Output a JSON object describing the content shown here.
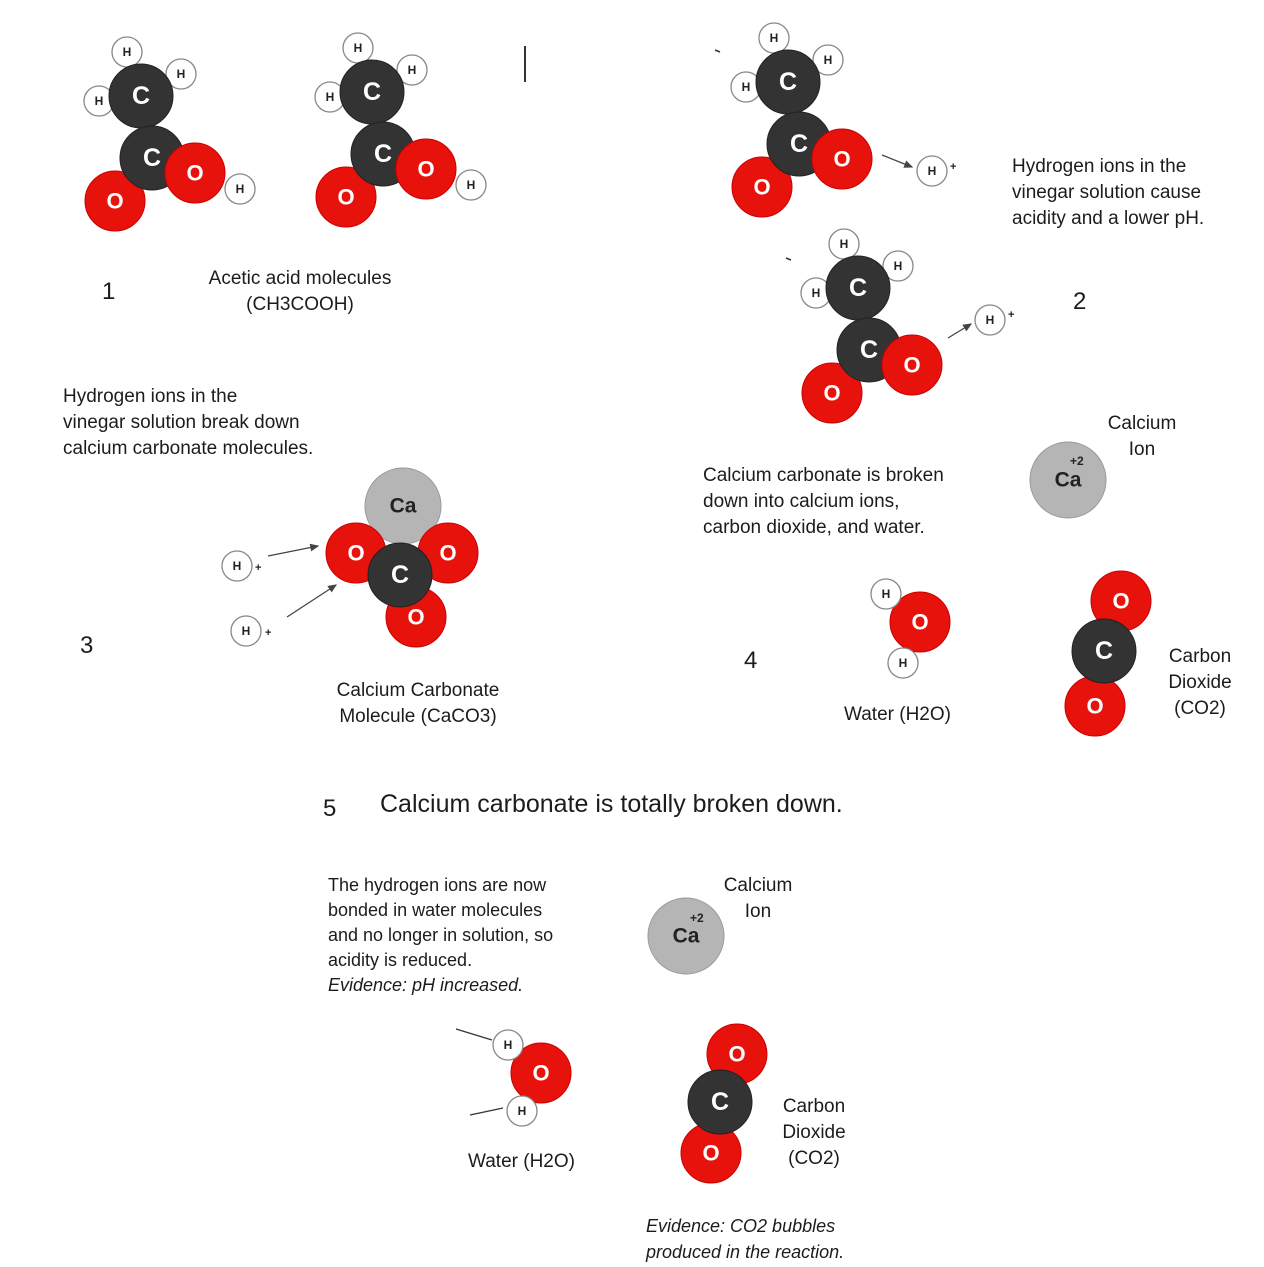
{
  "atoms": {
    "hydrogen": "H",
    "carbon": "C",
    "oxygen": "O",
    "calcium": "Ca",
    "charge": "+2",
    "plus": "+"
  },
  "colors": {
    "carbon": "#333333",
    "oxygen": "#e8120c",
    "hydrogen": "#ffffff",
    "calcium": "#b5b5b5",
    "text": "#1c1c1c"
  },
  "panel1": {
    "number": "1",
    "label_line1": "Acetic acid molecules",
    "label_line2": "(CH3COOH)"
  },
  "panel2": {
    "number": "2",
    "note_lines": [
      "Hydrogen ions in the",
      "vinegar solution cause",
      "acidity and a lower pH."
    ]
  },
  "panel3": {
    "number": "3",
    "note_lines": [
      "Hydrogen ions in the",
      "vinegar solution break down",
      "calcium carbonate molecules."
    ],
    "label_line1": "Calcium Carbonate",
    "label_line2": "Molecule (CaCO3)"
  },
  "panel4": {
    "number": "4",
    "note_lines": [
      "Calcium carbonate is broken",
      "down into  calcium ions,",
      "carbon dioxide, and water."
    ],
    "calcium_label_line1": "Calcium",
    "calcium_label_line2": "Ion",
    "water_label": "Water (H2O)",
    "co2_label_lines": [
      "Carbon",
      "Dioxide",
      "(CO2)"
    ]
  },
  "panel5": {
    "number": "5",
    "title": "Calcium carbonate is totally broken down.",
    "note_lines": [
      "The hydrogen ions are now",
      "bonded in water molecules",
      "and no longer in solution, so",
      "acidity is reduced."
    ],
    "evidence_ph": "Evidence: pH increased.",
    "calcium_label_line1": "Calcium",
    "calcium_label_line2": "Ion",
    "water_label": "Water (H2O)",
    "co2_label_lines": [
      "Carbon",
      "Dioxide",
      "(CO2)"
    ],
    "evidence_co2_lines": [
      "Evidence: CO2 bubbles",
      "produced in the reaction."
    ]
  }
}
